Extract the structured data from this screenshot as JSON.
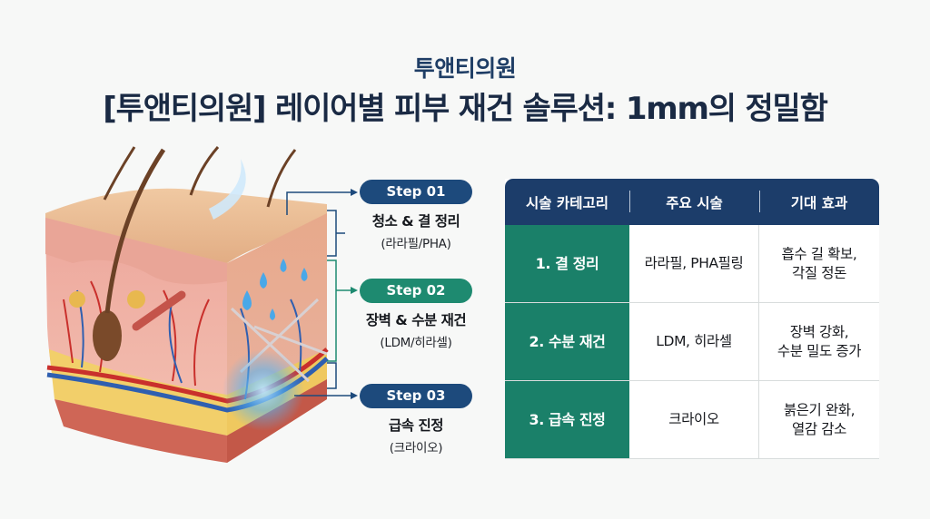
{
  "header": {
    "subtitle": "투앤티의원",
    "title": "[투앤티의원] 레이어별 피부 재건 솔루션: 1mm의 정밀함"
  },
  "illustration": {
    "subject": "skin cross-section diagram",
    "layers": [
      "epidermis",
      "dermis",
      "subcutaneous fat",
      "muscle"
    ],
    "colors": {
      "epidermis": "#e8b98f",
      "dermis": "#f0b5a6",
      "fat": "#f2cf6a",
      "muscle": "#c8594a",
      "water": "#4aa8e8",
      "artery": "#c9302c",
      "vein": "#2f5fb0"
    }
  },
  "steps": [
    {
      "label": "Step 01",
      "title": "청소 & 결 정리",
      "sub": "(라라필/PHA)",
      "color": "#1d4a7c"
    },
    {
      "label": "Step 02",
      "title": "장벽 & 수분 재건",
      "sub": "(LDM/히라셀)",
      "color": "#1e8a70"
    },
    {
      "label": "Step 03",
      "title": "급속 진정",
      "sub": "(크라이오)",
      "color": "#1d4a7c"
    }
  ],
  "table": {
    "headers": [
      "시술 카테고리",
      "주요 시술",
      "기대 효과"
    ],
    "rows": [
      {
        "category": "1. 결 정리",
        "treatment": "라라필, PHA필링",
        "effect": "흡수 길 확보,\n각질 정돈"
      },
      {
        "category": "2. 수분 재건",
        "treatment": "LDM, 히라셀",
        "effect": "장벽 강화,\n수분 밀도 증가"
      },
      {
        "category": "3. 급속 진정",
        "treatment": "크라이오",
        "effect": "붉은기 완화,\n열감 감소"
      }
    ]
  },
  "colors": {
    "navy": "#1c3d6a",
    "green": "#1a8069",
    "background": "#f7f8f7"
  }
}
